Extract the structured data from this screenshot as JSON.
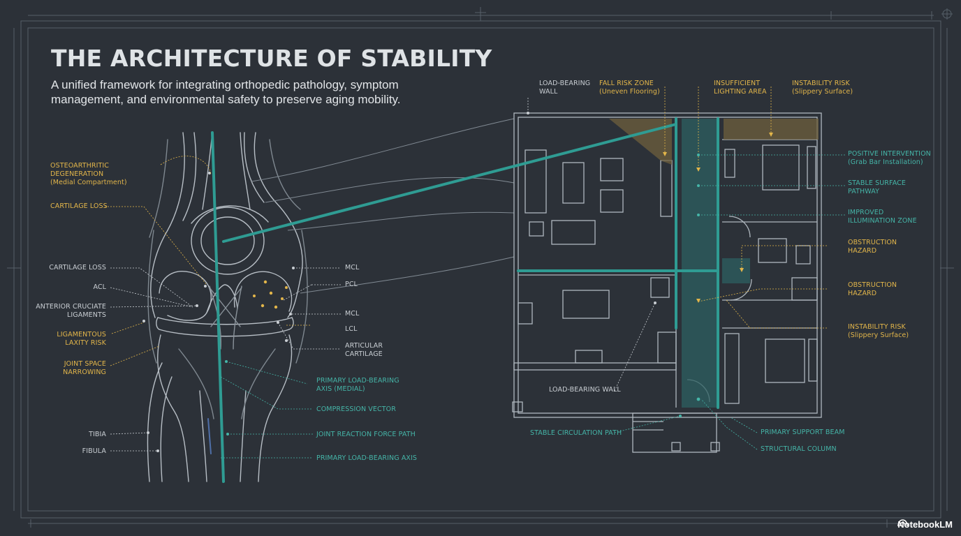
{
  "header": {
    "title": "THE ARCHITECTURE OF STABILITY",
    "subtitle": "A unified framework for integrating orthopedic pathology, symptom management, and environmental safety to preserve aging mobility."
  },
  "knee_labels": {
    "osteoarthritic": "OSTEOARTHRITIC\nDEGENERATION\n(Medial Compartment)",
    "cartilage_loss_top": "CARTILAGE LOSS",
    "cartilage_loss": "CARTILAGE LOSS",
    "acl": "ACL",
    "anterior_cruciate": "ANTERIOR CRUCIATE\nLIGAMENTS",
    "ligamentous": "LIGAMENTOUS\nLAXITY RISK",
    "joint_space": "JOINT SPACE\nNARROWING",
    "tibia": "TIBIA",
    "fibula": "FIBULA",
    "mcl_top": "MCL",
    "pcl": "PCL",
    "mcl": "MCL",
    "lcl": "LCL",
    "articular": "ARTICULAR\nCARTILAGE",
    "primary_medial": "PRIMARY LOAD-BEARING\nAXIS (MEDIAL)",
    "compression": "COMPRESSION VECTOR",
    "joint_reaction": "JOINT REACTION FORCE PATH",
    "primary_axis": "PRIMARY LOAD-BEARING AXIS"
  },
  "plan_labels": {
    "load_wall_top": "LOAD-BEARING\nWALL",
    "fall_risk": "FALL RISK ZONE\n(Uneven Flooring)",
    "insufficient": "INSUFFICIENT\nLIGHTING AREA",
    "instability_top": "INSTABILITY RISK\n(Slippery Surface)",
    "positive": "POSITIVE INTERVENTION\n(Grab Bar Installation)",
    "stable_surface": "STABLE SURFACE\nPATHWAY",
    "improved": "IMPROVED\nILLUMINATION ZONE",
    "obstruction1": "OBSTRUCTION\nHAZARD",
    "obstruction2": "OBSTRUCTION\nHAZARD",
    "instability_bottom": "INSTABILITY RISK\n(Slippery Surface)",
    "load_wall_bottom": "LOAD-BEARING WALL",
    "stable_circ": "STABLE CIRCULATION PATH",
    "primary_beam": "PRIMARY SUPPORT BEAM",
    "structural_column": "STRUCTURAL COLUMN"
  },
  "brand": {
    "name": "NotebookLM",
    "icon": "notebooklm-logo-icon"
  },
  "colors": {
    "background": "#2c3138",
    "line": "#9aa3ab",
    "teal": "#2f9c93",
    "amber": "#e3b64a",
    "hazard_fill": "#6e5f3c",
    "path_fill": "#2c5f60"
  }
}
